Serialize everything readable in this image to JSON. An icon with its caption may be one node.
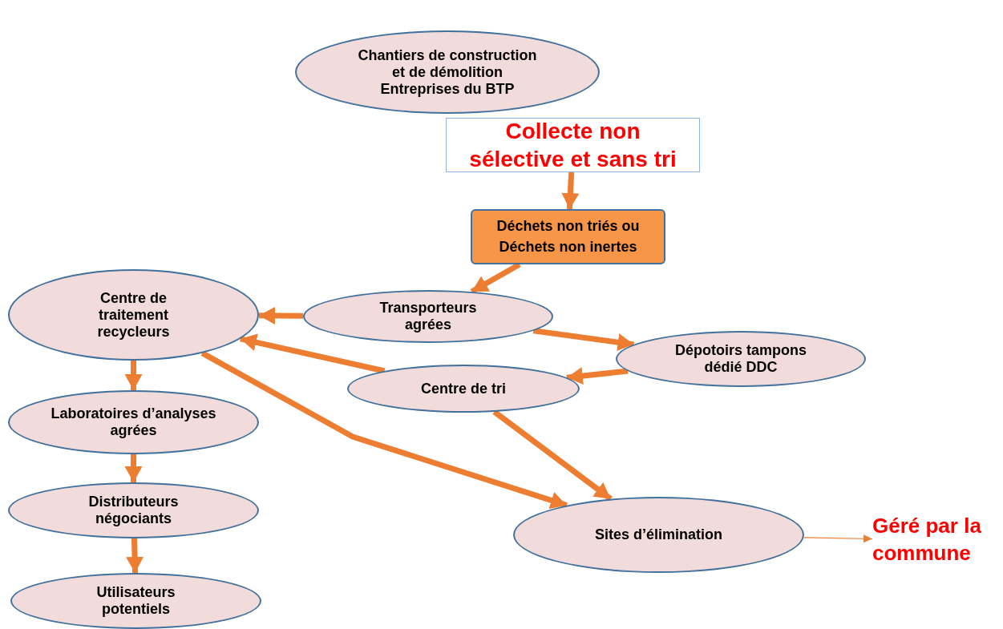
{
  "diagram": {
    "nodes": [
      {
        "text": [
          "Chantiers de construction et de démolition Entreprises du BTP"
        ]
      },
      {
        "text": [
          "Collecte non sélective et sans tri"
        ]
      },
      {
        "text": [
          "Déchets non triés ou Déchets non inertes"
        ]
      },
      {
        "text": [
          "Transporteurs agrées"
        ]
      },
      {
        "text": [
          "Centre de traitement recycleurs"
        ]
      },
      {
        "text": [
          "Dépotoirs tampons dédié DDC"
        ]
      },
      {
        "text": [
          "Centre de tri"
        ]
      },
      {
        "text": [
          "Laboratoires d’analyses agrées"
        ]
      },
      {
        "text": [
          "Distributeurs négociants"
        ]
      },
      {
        "text": [
          "Utilisateurs potentiels"
        ]
      },
      {
        "text": [
          "Sites d’élimination"
        ]
      },
      {
        "text": [
          "Géré par la commune"
        ]
      }
    ],
    "edges": [
      {
        "from": 1,
        "to": 2,
        "arrow": "to"
      },
      {
        "from": 2,
        "to": 3,
        "arrow": "to"
      },
      {
        "from": 3,
        "to": 4,
        "arrow": "to"
      },
      {
        "from": 3,
        "to": 5,
        "arrow": "to"
      },
      {
        "from": 5,
        "to": 6,
        "arrow": "to"
      },
      {
        "from": 6,
        "to": 4,
        "arrow": "to"
      },
      {
        "from": 4,
        "to": 10,
        "arrow": "to"
      },
      {
        "from": 6,
        "to": 10,
        "arrow": "to"
      },
      {
        "from": 4,
        "to": 7,
        "arrow": "to"
      },
      {
        "from": 7,
        "to": 8,
        "arrow": "to"
      },
      {
        "from": 8,
        "to": 9,
        "arrow": "to"
      },
      {
        "from": 10,
        "to": 11,
        "arrow": "to"
      }
    ]
  }
}
